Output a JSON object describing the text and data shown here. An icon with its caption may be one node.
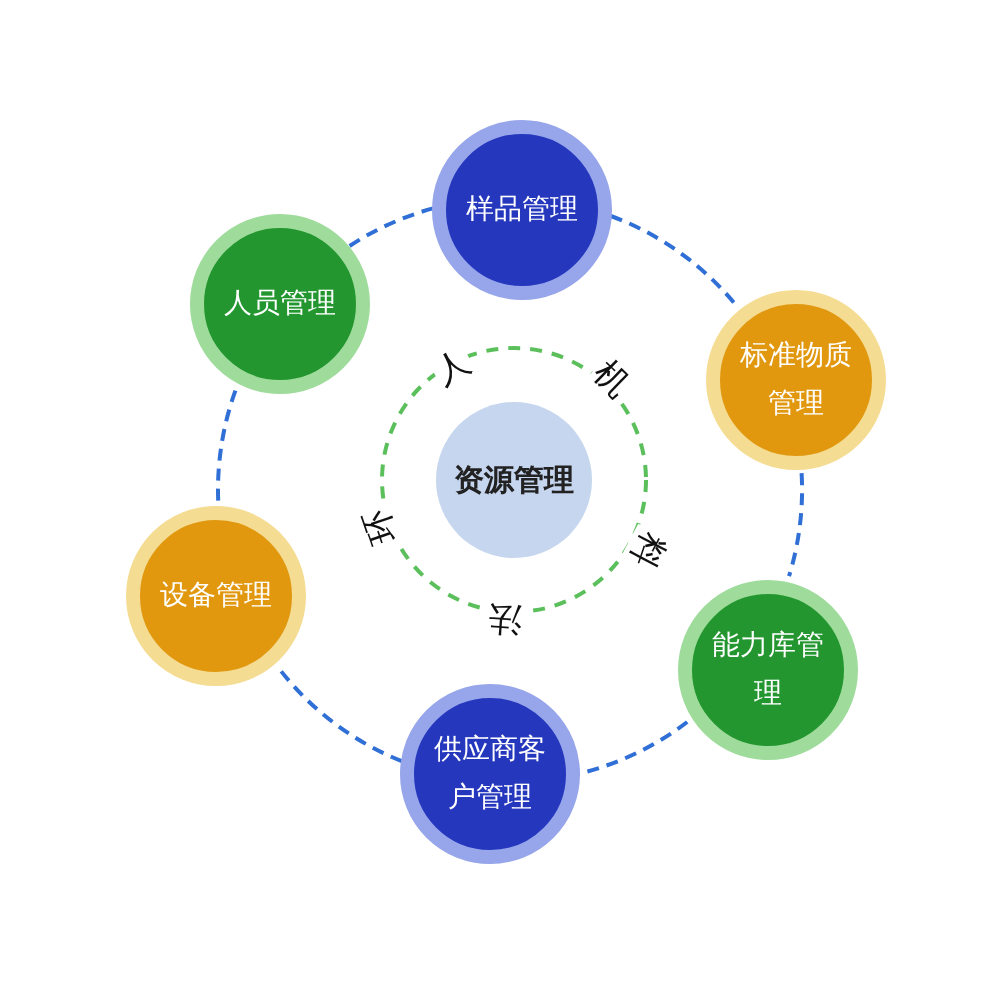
{
  "diagram": {
    "nodes": [
      {
        "text": [
          "资源管理"
        ]
      },
      {
        "text": [
          "样品管理"
        ]
      },
      {
        "text": [
          "人员管理"
        ]
      },
      {
        "text": [
          "标准物质管理"
        ]
      },
      {
        "text": [
          "设备管理"
        ]
      },
      {
        "text": [
          "能力库管理"
        ]
      },
      {
        "text": [
          "供应商客户管理"
        ]
      }
    ],
    "edges": [
      {
        "from": 1,
        "to": 3,
        "arrow": "none",
        "style": "dashed"
      },
      {
        "from": 3,
        "to": 5,
        "arrow": "none",
        "style": "dashed"
      },
      {
        "from": 5,
        "to": 6,
        "arrow": "none",
        "style": "dashed"
      },
      {
        "from": 6,
        "to": 4,
        "arrow": "none",
        "style": "dashed"
      },
      {
        "from": 4,
        "to": 2,
        "arrow": "none",
        "style": "dashed"
      },
      {
        "from": 2,
        "to": 1,
        "arrow": "none",
        "style": "dashed"
      }
    ],
    "labels": [
      "人",
      "机",
      "料",
      "法",
      "环"
    ]
  }
}
